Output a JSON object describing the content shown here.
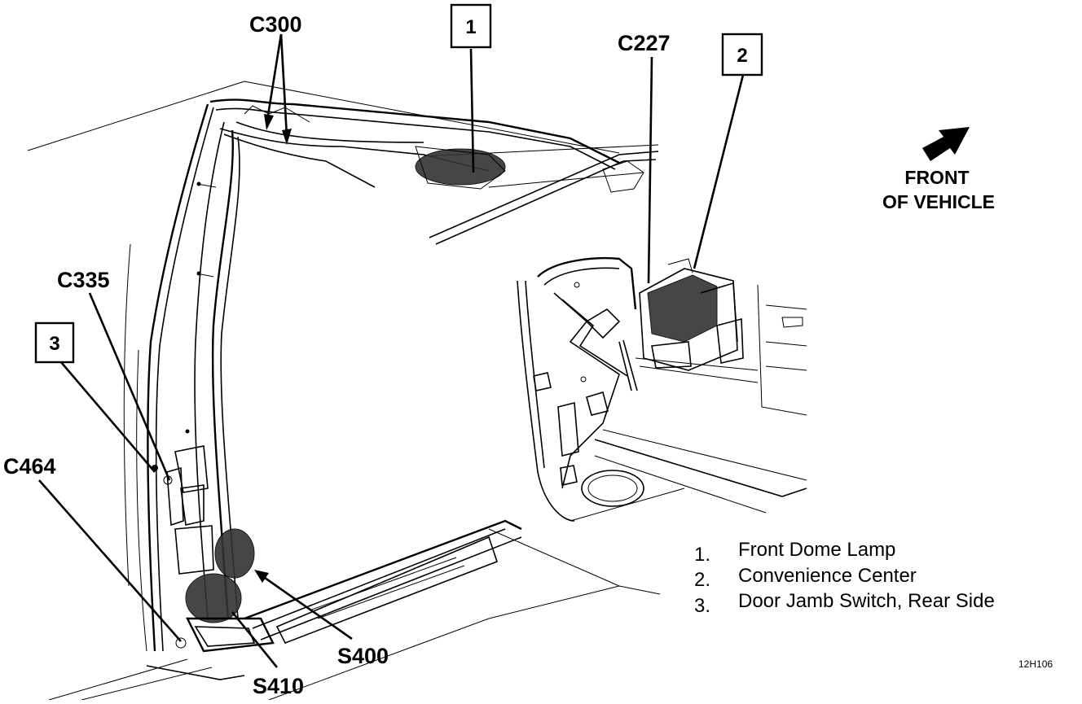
{
  "callouts": {
    "c300": "C300",
    "c227": "C227",
    "c335": "C335",
    "c464": "C464",
    "s400": "S400",
    "s410": "S410"
  },
  "boxes": {
    "box1": "1",
    "box2": "2",
    "box3": "3"
  },
  "orientation": {
    "line1": "FRONT",
    "line2": "OF VEHICLE",
    "icon": "arrow-icon"
  },
  "legend": {
    "items": [
      {
        "num": "1.",
        "label": "Front Dome Lamp"
      },
      {
        "num": "2.",
        "label": "Convenience Center"
      },
      {
        "num": "3.",
        "label": "Door Jamb Switch, Rear Side"
      }
    ]
  },
  "figure_id": "12H106"
}
